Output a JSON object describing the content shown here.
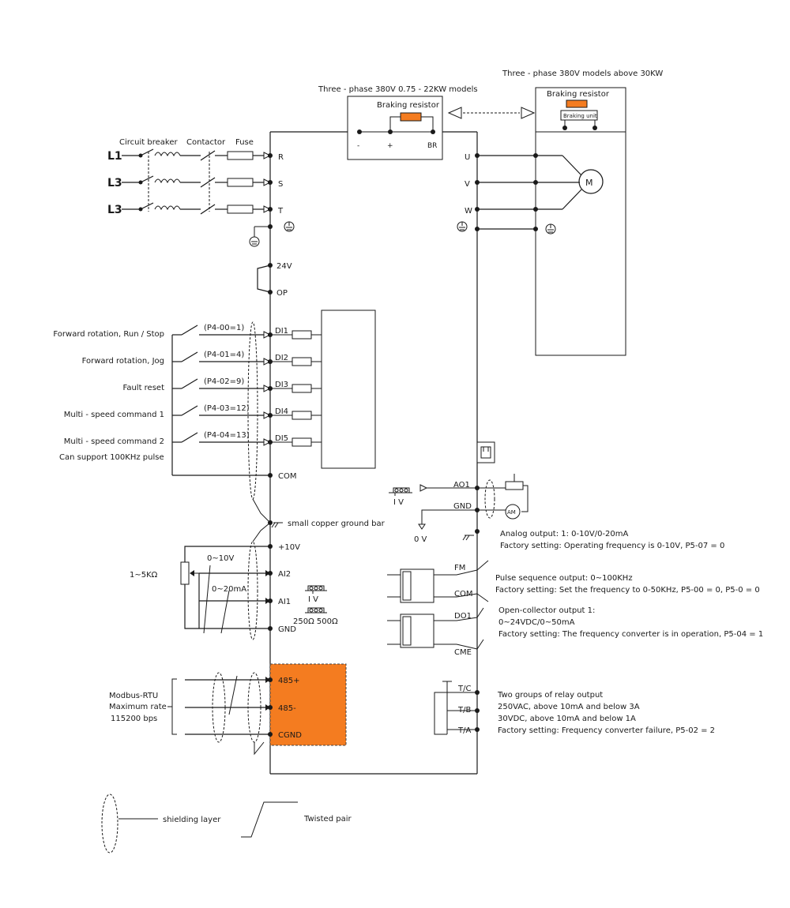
{
  "colors": {
    "accent_orange": "#F47C20",
    "line": "#1a1a1a"
  },
  "header": {
    "models_small": "Three - phase 380V 0.75 - 22KW models",
    "models_large": "Three - phase 380V models above 30KW",
    "braking_resistor": "Braking resistor",
    "braking_resistor_2": "Braking resistor",
    "braking_unit": "Braking unit",
    "bus_minus": "-",
    "bus_plus": "+",
    "bus_br": "BR"
  },
  "power": {
    "circuit_breaker": "Circuit breaker",
    "contactor": "Contactor",
    "fuse": "Fuse",
    "line1": "L1",
    "line2": "L3",
    "line3": "L3",
    "terminal_r": "R",
    "terminal_s": "S",
    "terminal_t": "T",
    "out_u": "U",
    "out_v": "V",
    "out_w": "W",
    "motor": "M"
  },
  "inputs": {
    "t24v": "24V",
    "top": "OP",
    "rows": [
      {
        "label": "Forward rotation, Run / Stop",
        "param": "(P4-00=1)",
        "terminal": "DI1"
      },
      {
        "label": "Forward rotation, Jog",
        "param": "(P4-01=4)",
        "terminal": "DI2"
      },
      {
        "label": "Fault reset",
        "param": "(P4-02=9)",
        "terminal": "DI3"
      },
      {
        "label": "Multi - speed command 1",
        "param": "(P4-03=12)",
        "terminal": "DI4"
      },
      {
        "label": "Multi - speed command 2",
        "param": "(P4-04=13)",
        "terminal": "DI5"
      }
    ],
    "pulse_note": "Can support 100KHz pulse",
    "com": "COM",
    "ground_bar": "small copper ground bar"
  },
  "analog_in": {
    "t10v": "+10V",
    "ai2": "AI2",
    "ai1": "AI1",
    "gnd": "GND",
    "pot": "1~5KΩ",
    "range_v": "0~10V",
    "range_ma": "0~20mA",
    "jumper_iv": "I  V",
    "jumper_res": "250Ω 500Ω"
  },
  "modbus": {
    "line1": "Modbus-RTU",
    "line2": "Maximum rate",
    "line3": "115200 bps",
    "t485p": "485+",
    "t485m": "485-",
    "cgnd": "CGND"
  },
  "outputs": {
    "ao1": "AO1",
    "gnd": "GND",
    "ov": "0 V",
    "jumper_iv": "I  V",
    "meter": "AM",
    "analog1": "Analog output: 1: 0-10V/0-20mA",
    "analog2": "Factory setting: Operating frequency is 0-10V, P5-07 = 0",
    "fm": "FM",
    "com": "COM",
    "pulse1": "Pulse sequence output: 0~100KHz",
    "pulse2": "Factory setting: Set the frequency to 0-50KHz, P5-00 = 0, P5-0 = 0",
    "do1": "DO1",
    "cme": "CME",
    "oc1": "Open-collector output 1:",
    "oc2": "0~24VDC/0~50mA",
    "oc3": "Factory setting: The frequency converter is in operation, P5-04 = 1",
    "tc": "T/C",
    "tb": "T/B",
    "ta": "T/A",
    "relay1": "Two groups of relay output",
    "relay2": "250VAC, above 10mA and below 3A",
    "relay3": "30VDC, above 10mA and below 1A",
    "relay4": "Factory setting: Frequency converter failure, P5-02 = 2"
  },
  "legend": {
    "shield": "shielding layer",
    "twisted": "Twisted pair"
  }
}
